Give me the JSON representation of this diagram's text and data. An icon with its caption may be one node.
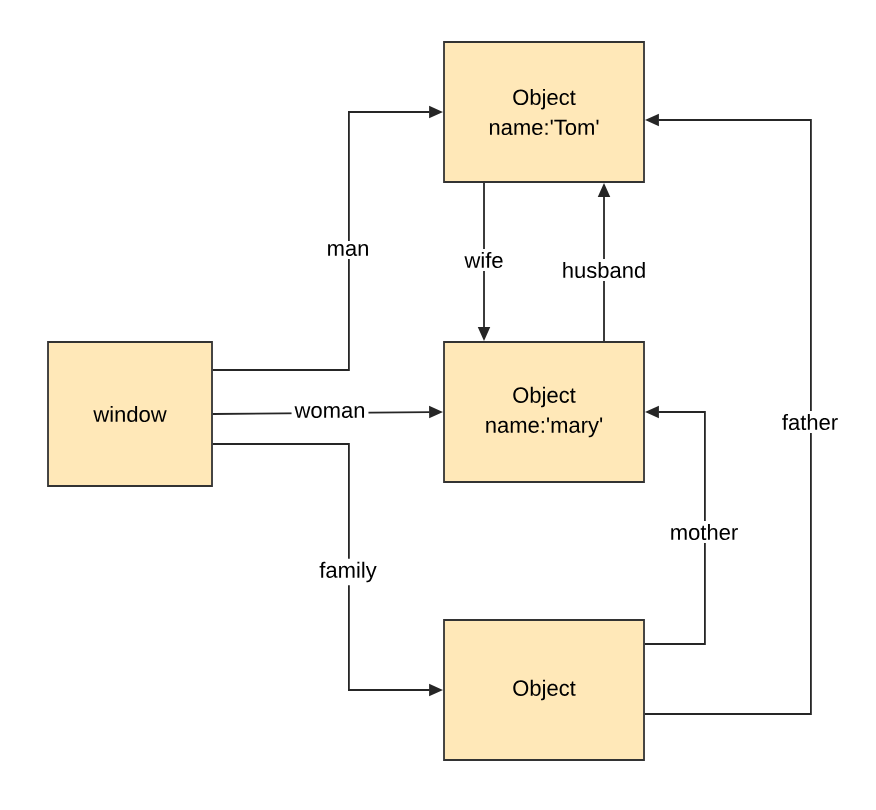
{
  "diagram": {
    "nodes": [
      {
        "text": [
          "window"
        ]
      },
      {
        "text": [
          "Object name:'Tom'"
        ]
      },
      {
        "text": [
          "Object name:'mary'"
        ]
      },
      {
        "text": [
          "Object"
        ]
      }
    ],
    "edges": [
      {
        "from": 0,
        "to": 1,
        "arrow": "to",
        "label": "man"
      },
      {
        "from": 0,
        "to": 2,
        "arrow": "to",
        "label": "woman"
      },
      {
        "from": 0,
        "to": 3,
        "arrow": "to",
        "label": "family"
      },
      {
        "from": 1,
        "to": 2,
        "arrow": "to",
        "label": "wife"
      },
      {
        "from": 2,
        "to": 1,
        "arrow": "to",
        "label": "husband"
      },
      {
        "from": 3,
        "to": 2,
        "arrow": "to",
        "label": "mother"
      },
      {
        "from": 3,
        "to": 1,
        "arrow": "to",
        "label": "father"
      }
    ]
  }
}
